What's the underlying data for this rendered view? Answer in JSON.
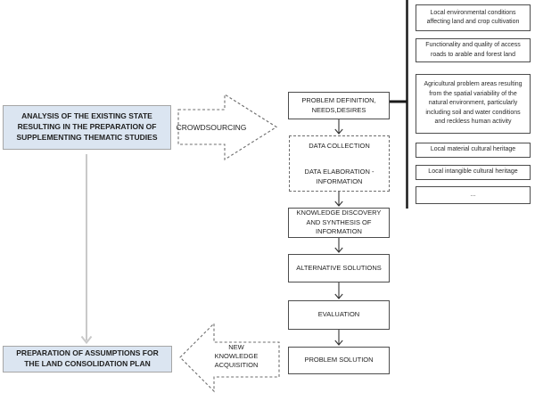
{
  "colors": {
    "background": "#ffffff",
    "highlight_fill": "#dbe5f1",
    "highlight_border": "#a6a6a6",
    "solid_box_border": "#4d4d4d",
    "dashed_border": "#6e6e6e",
    "connector": "#333333",
    "bracket": "#1a1a1a",
    "gray_arrow": "#c9c9c9",
    "text": "#1f1f1f"
  },
  "left_column": {
    "analysis_box": "ANALYSIS OF THE EXISTING STATE\nRESULTING IN THE PREPARATION OF\nSUPPLEMENTING THEMATIC STUDIES",
    "preparation_box": "PREPARATION OF ASSUMPTIONS FOR\nTHE LAND CONSOLIDATION PLAN"
  },
  "arrows": {
    "crowdsourcing": "CROWDSOURCING",
    "new_knowledge": "NEW\nKNOWLEDGE\nACQUISITION"
  },
  "process_flow": {
    "problem_definition": "PROBLEM DEFINITION,\nNEEDS,DESIRES",
    "data_collection": "DATA COLLECTION",
    "data_elaboration": "DATA ELABORATION -\nINFORMATION",
    "knowledge_discovery": "KNOWLEDGE DISCOVERY\nAND SYNTHESIS OF\nINFORMATION",
    "alternative_solutions": "ALTERNATIVE SOLUTIONS",
    "evaluation": "EVALUATION",
    "problem_solution": "PROBLEM SOLUTION"
  },
  "knowledge_sources": {
    "items": [
      "Local environmental conditions affecting land and crop cultivation",
      "Functionality and quality of access roads to arable and forest land",
      "Agricultural problem areas resulting from the spatial variability of the natural environment, particularly including soil and water conditions and reckless human activity",
      "Local material cultural heritage",
      "Local intangible cultural heritage",
      "..."
    ]
  }
}
